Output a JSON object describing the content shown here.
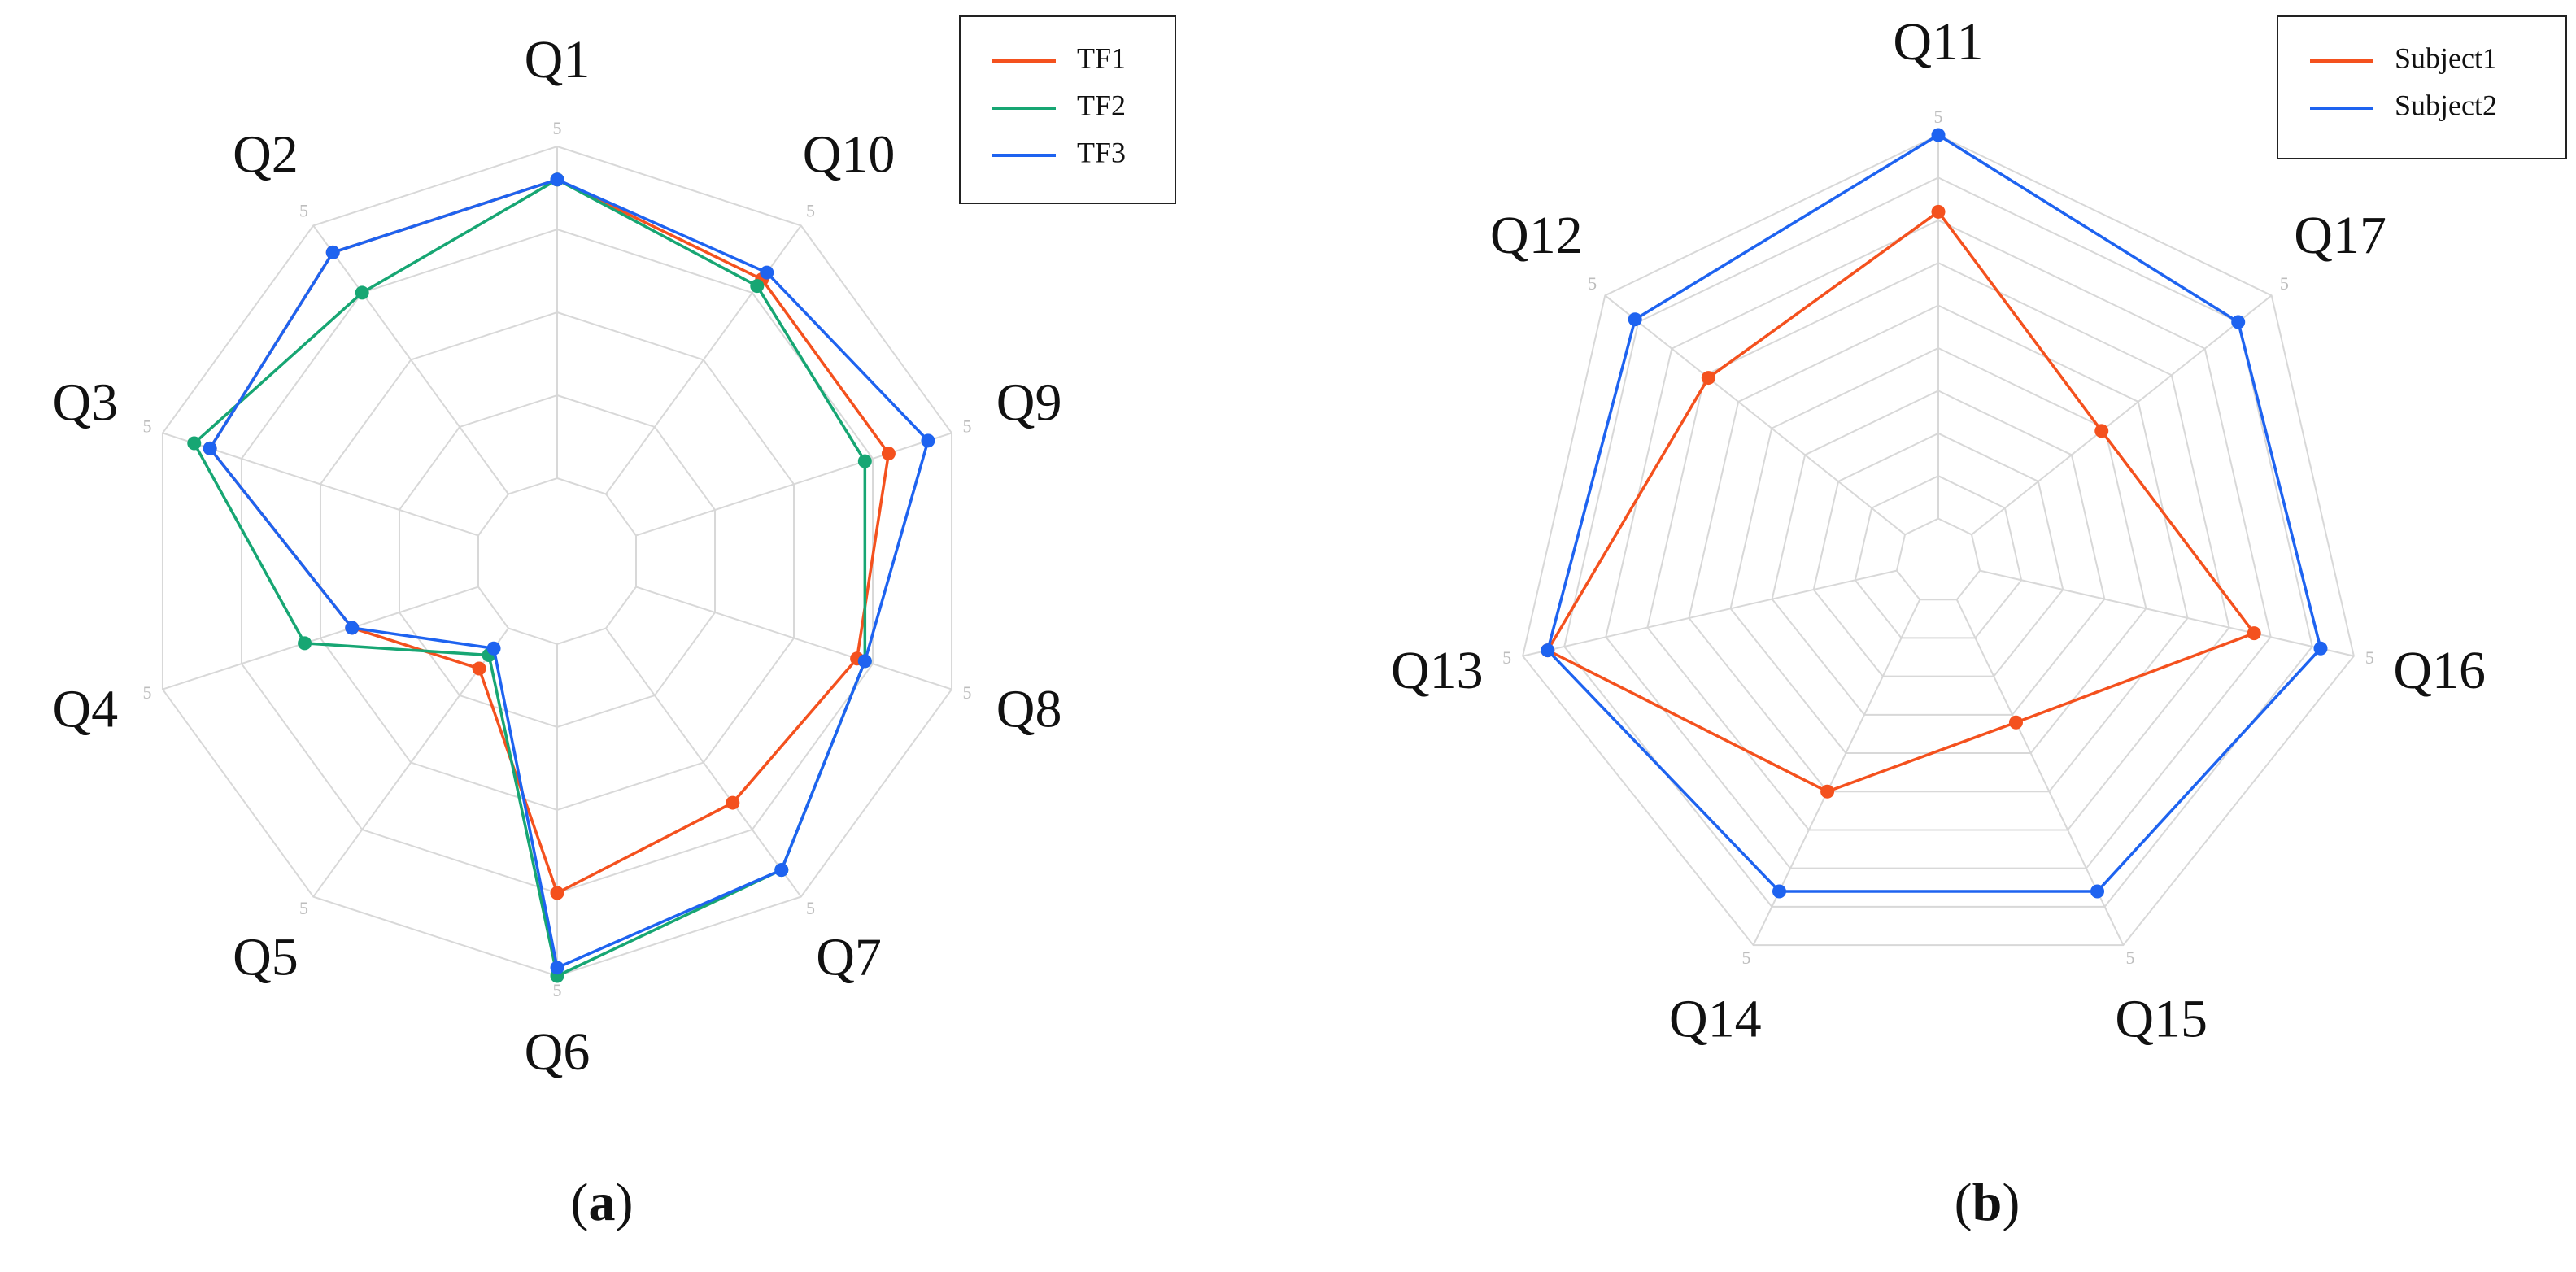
{
  "chart_data": [
    {
      "type": "radar",
      "panel_label": {
        "open": "(",
        "letter": "a",
        "close": ")"
      },
      "axes": [
        "Q1",
        "Q10",
        "Q9",
        "Q8",
        "Q7",
        "Q6",
        "Q5",
        "Q4",
        "Q3",
        "Q2"
      ],
      "rlim": [
        0,
        5
      ],
      "rings": 5,
      "tick_label": "5",
      "legend_position": "top-right",
      "series": [
        {
          "name": "TF1",
          "color": "#f4511e",
          "values": [
            4.6,
            4.2,
            4.2,
            3.8,
            3.6,
            4.0,
            1.6,
            2.6,
            4.4,
            4.6
          ]
        },
        {
          "name": "TF2",
          "color": "#17a673",
          "values": [
            4.6,
            4.1,
            3.9,
            3.9,
            4.6,
            5.0,
            1.4,
            3.2,
            4.6,
            4.0
          ]
        },
        {
          "name": "TF3",
          "color": "#1e63f0",
          "values": [
            4.6,
            4.3,
            4.7,
            3.9,
            4.6,
            4.9,
            1.3,
            2.6,
            4.4,
            4.6
          ]
        }
      ]
    },
    {
      "type": "radar",
      "panel_label": {
        "open": "(",
        "letter": "b",
        "close": ")"
      },
      "axes": [
        "Q11",
        "Q17",
        "Q16",
        "Q15",
        "Q14",
        "Q13",
        "Q12"
      ],
      "rlim": [
        0,
        10
      ],
      "rings": 10,
      "tick_label": "5",
      "legend_position": "top-right",
      "series": [
        {
          "name": "Subject1",
          "color": "#f4511e",
          "values": [
            8.2,
            4.9,
            7.6,
            4.2,
            6.0,
            9.4,
            6.9
          ]
        },
        {
          "name": "Subject2",
          "color": "#1e63f0",
          "values": [
            10.0,
            9.0,
            9.2,
            8.6,
            8.6,
            9.4,
            9.1
          ]
        }
      ]
    }
  ]
}
